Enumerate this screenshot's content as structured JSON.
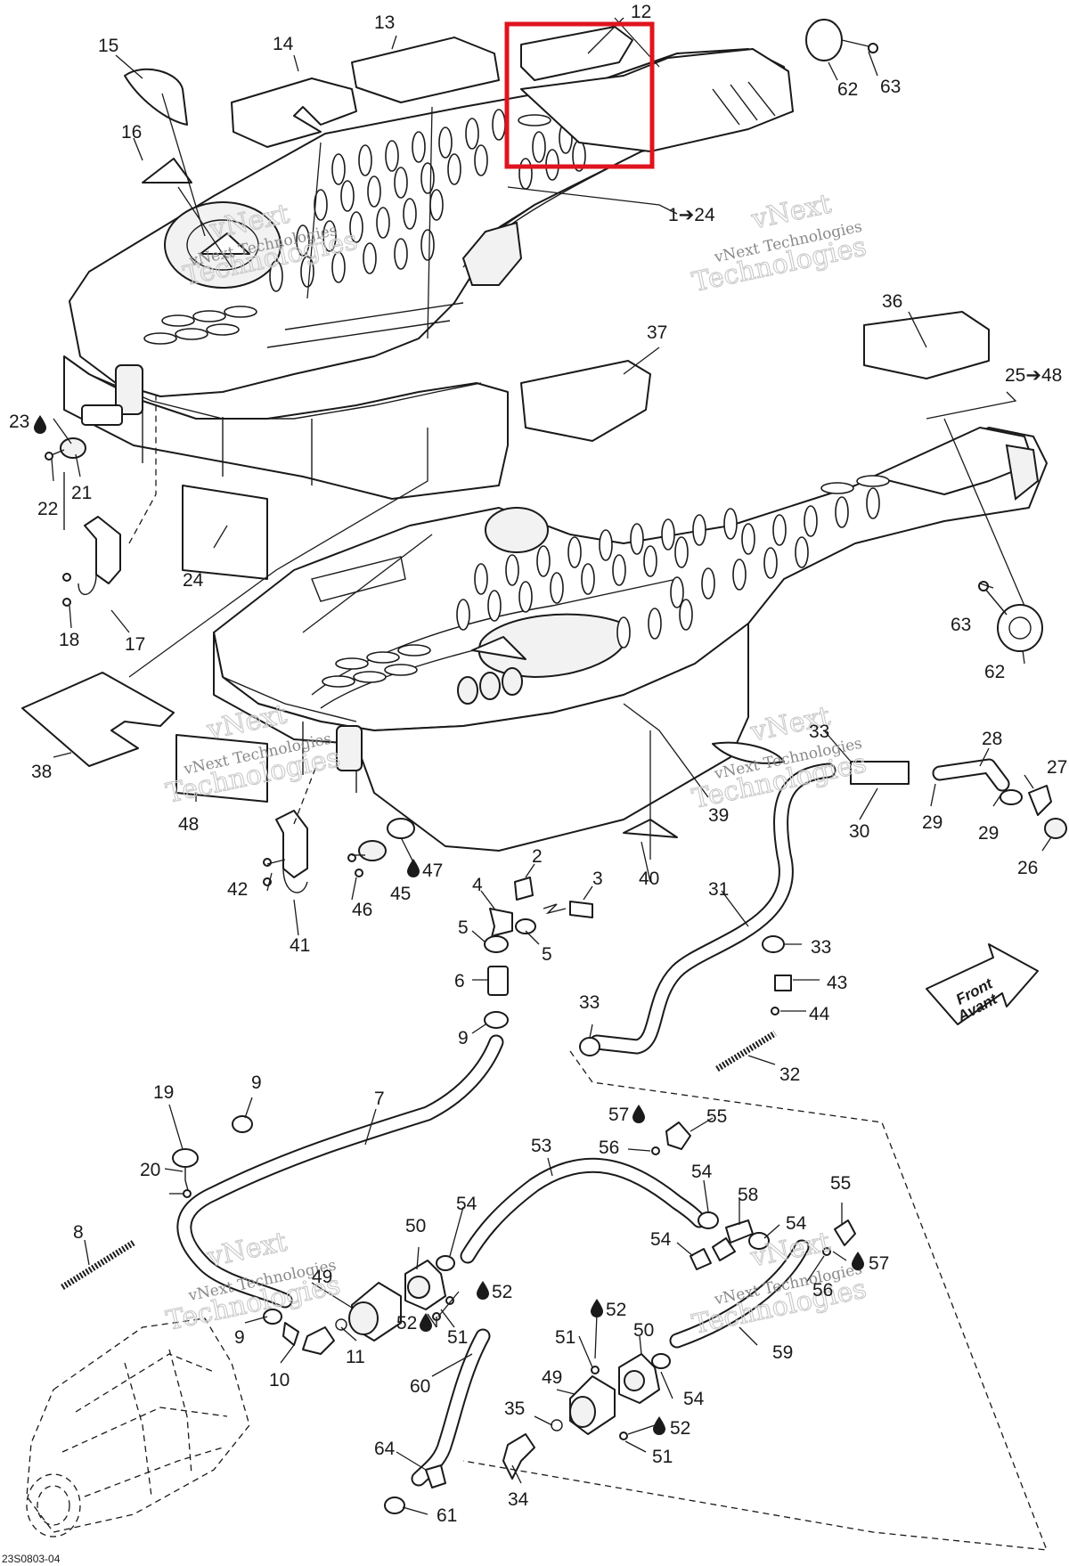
{
  "figure_code": "23S0803-04",
  "direction_label": {
    "line1": "Front",
    "line2": "Avant"
  },
  "watermark": {
    "line1": "vNext",
    "line2": "Technologies",
    "small": "vNext Technologies"
  },
  "highlight_color": "#e0141e",
  "callouts": {
    "c12": "12",
    "c13": "13",
    "c14": "14",
    "c15": "15",
    "c16": "16",
    "c62a": "62",
    "c63a": "63",
    "c1_24": "1➔24",
    "c23": "23",
    "c22": "22",
    "c21": "21",
    "c24": "24",
    "c18": "18",
    "c17": "17",
    "c36": "36",
    "c37": "37",
    "c25_48": "25➔48",
    "c63b": "63",
    "c62b": "62",
    "c38": "38",
    "c48": "48",
    "c33a": "33",
    "c28": "28",
    "c27": "27",
    "c39": "39",
    "c30": "30",
    "c29a": "29",
    "c29b": "29",
    "c26": "26",
    "c42": "42",
    "c45": "45",
    "c47": "47",
    "c46": "46",
    "c41": "41",
    "c40": "40",
    "c2": "2",
    "c3": "3",
    "c4": "4",
    "c5a": "5",
    "c5b": "5",
    "c6": "6",
    "c9a": "9",
    "c31": "31",
    "c33b": "33",
    "c43": "43",
    "c44": "44",
    "c33c": "33",
    "c32": "32",
    "c19": "19",
    "c9b": "9",
    "c7": "7",
    "c20": "20",
    "c8": "8",
    "c57a": "57",
    "c55a": "55",
    "c56a": "56",
    "c53": "53",
    "c54a": "54",
    "c58": "58",
    "c54b": "54",
    "c54c": "54",
    "c55b": "55",
    "c57b": "57",
    "c56b": "56",
    "c50a": "50",
    "c54d": "54",
    "c49a": "49",
    "c52a": "52",
    "c52b": "52",
    "c51a": "51",
    "c9c": "9",
    "c11": "11",
    "c10": "10",
    "c60": "60",
    "c51b": "51",
    "c52c": "52",
    "c50b": "50",
    "c59": "59",
    "c49b": "49",
    "c35": "35",
    "c54e": "54",
    "c52d": "52",
    "c51c": "51",
    "c64": "64",
    "c34": "34",
    "c61": "61"
  }
}
